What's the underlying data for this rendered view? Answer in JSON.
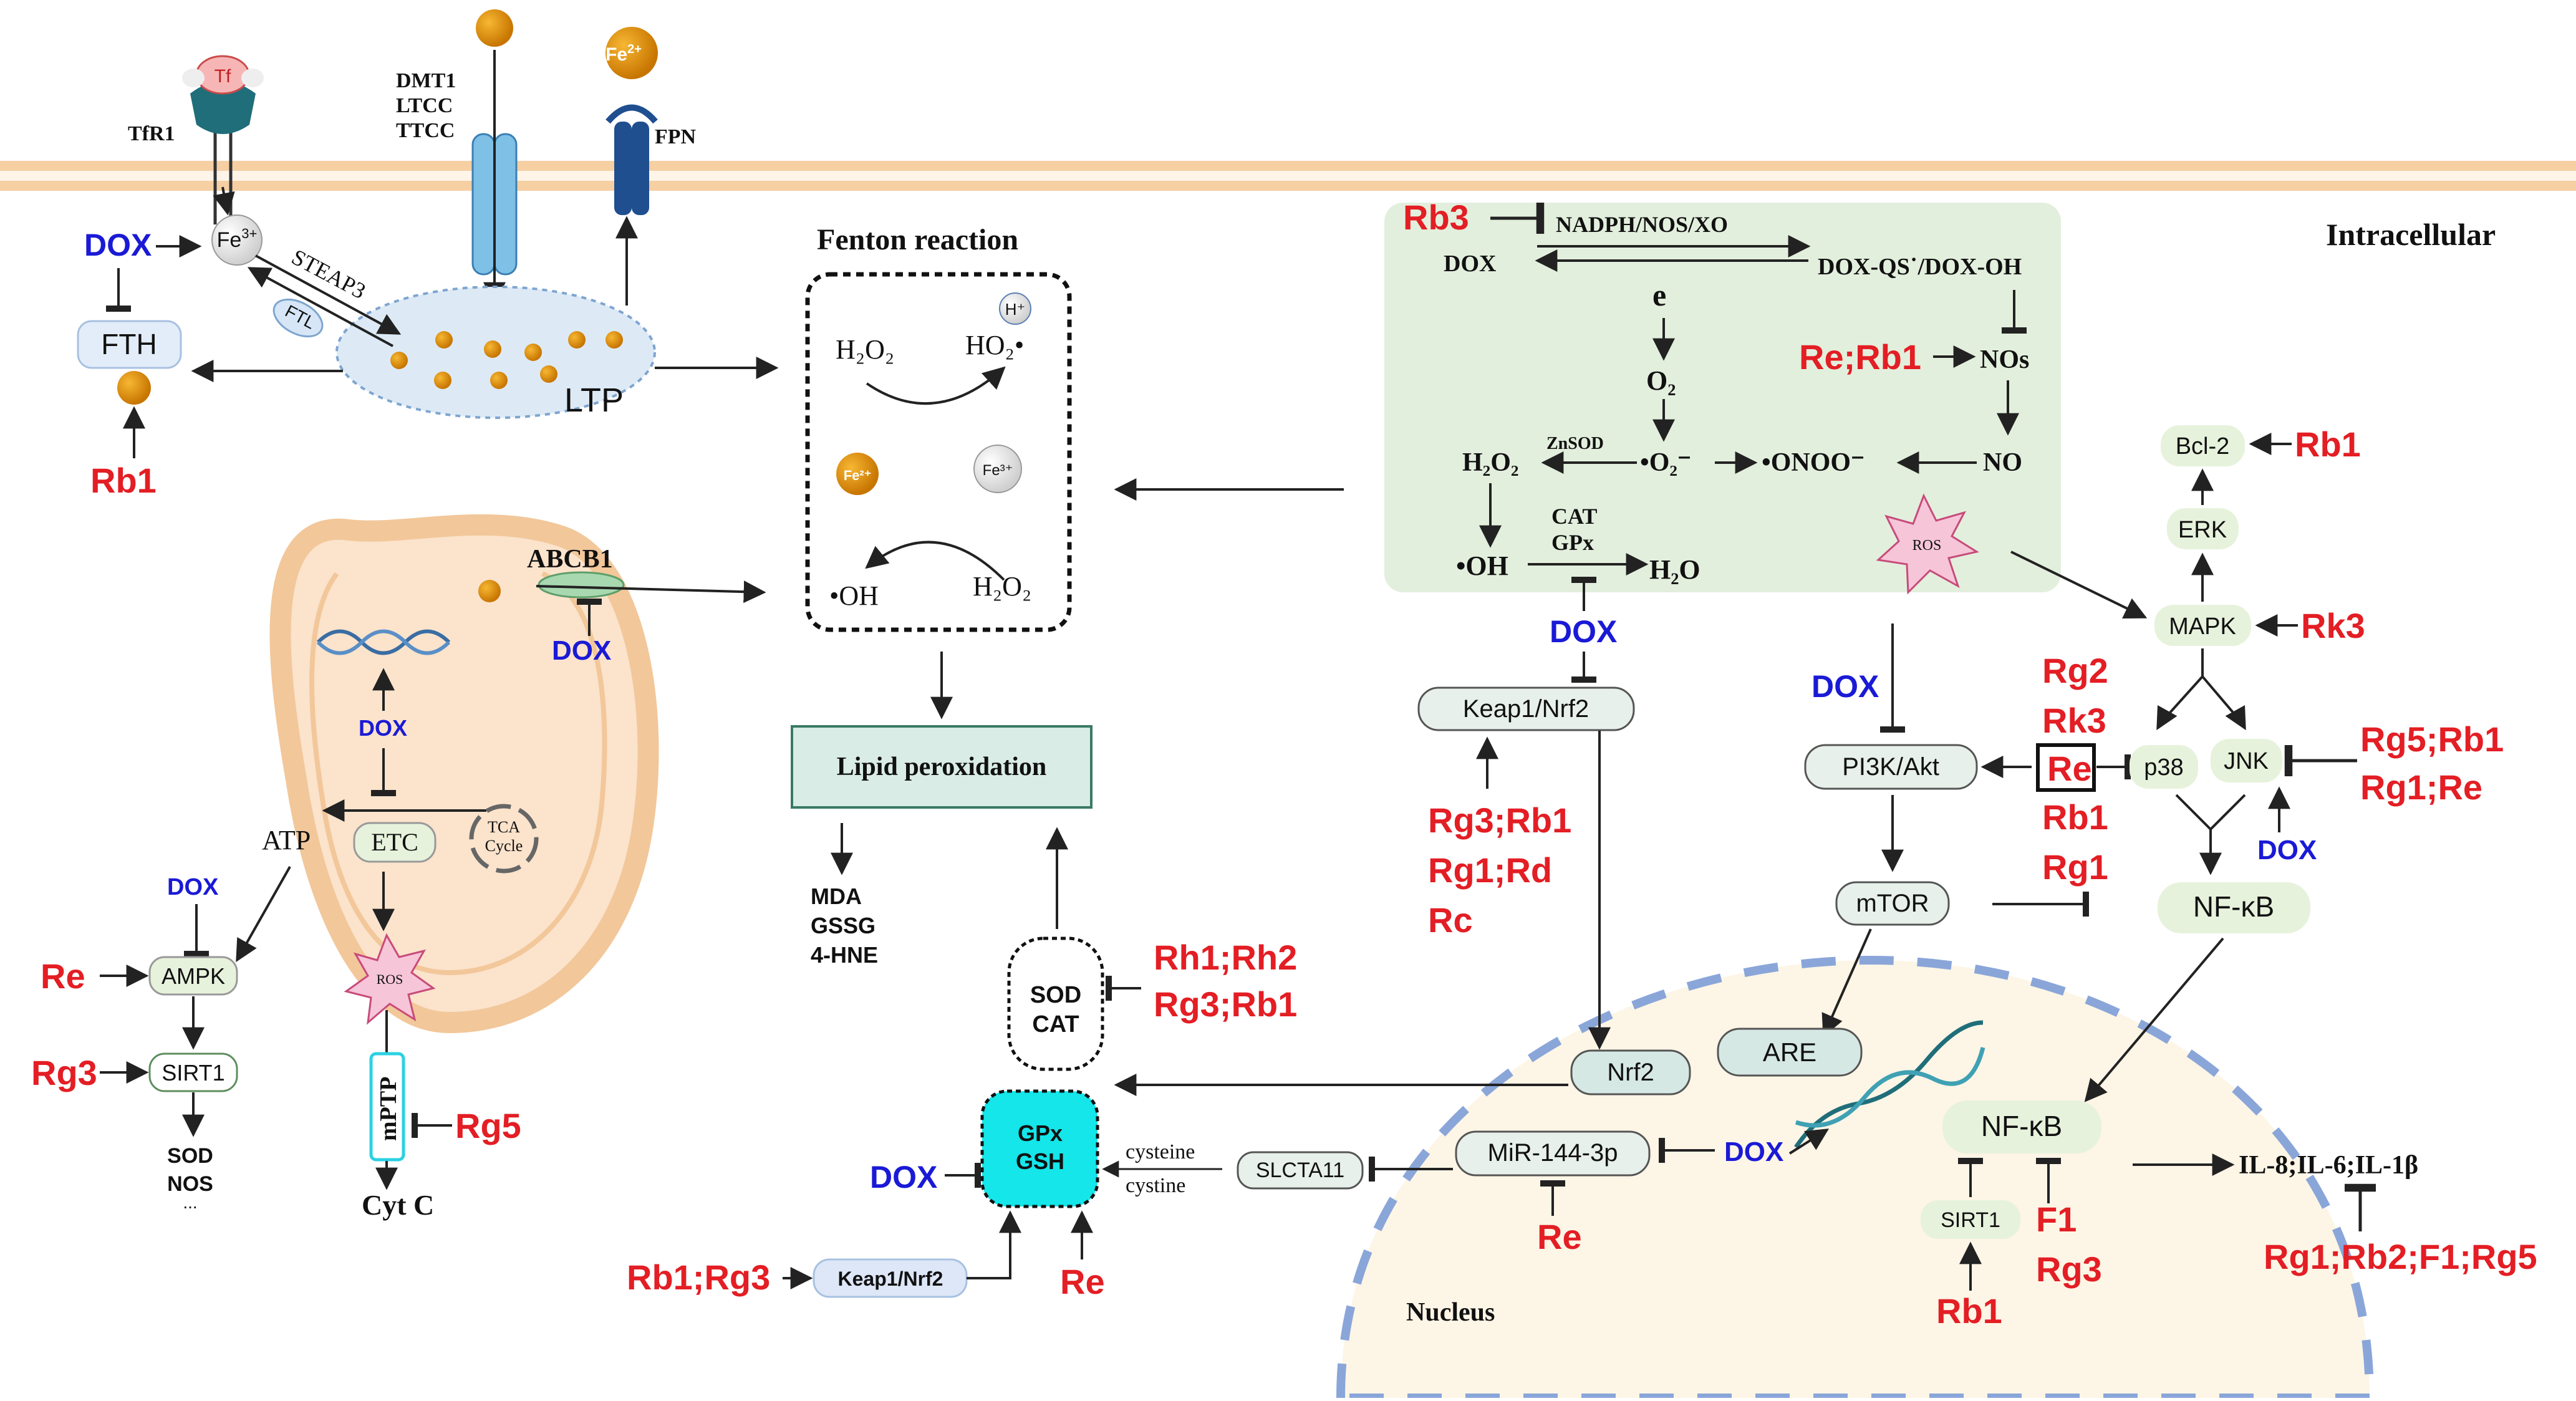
{
  "transporters": {
    "tf": "Tf",
    "tfr1": "TfR1",
    "dmt1": "DMT1",
    "ltcc": "LTCC",
    "ttcc": "TTCC",
    "fe2": "Fe",
    "fe2_sup": "2+",
    "fpn": "FPN",
    "intracellular": "Intracellular"
  },
  "iron": {
    "dox": "DOX",
    "fe3": "Fe",
    "fe3_sup": "3+",
    "steap3": "STEAP3",
    "ftl": "FTL",
    "fth": "FTH",
    "ltp": "LTP",
    "rb1": "Rb1"
  },
  "fenton": {
    "title": "Fenton reaction",
    "h2o2_left": "H₂O₂",
    "ho2": "HO₂•",
    "hplus": "H⁺",
    "fe2": "Fe²⁺",
    "fe3": "Fe³⁺",
    "oh": "•OH",
    "h2o2_right": "H₂O₂",
    "lipid_peroxidation": "Lipid peroxidation",
    "mda": "MDA",
    "gssg": "GSSG",
    "hne": "4-HNE"
  },
  "mito": {
    "abcb1": "ABCB1",
    "dox_abcb1": "DOX",
    "dox_dna": "DOX",
    "atp": "ATP",
    "etc": "ETC",
    "tca1": "TCA",
    "tca2": "Cycle",
    "ros": "ROS",
    "mptp": "mPTP",
    "rg5": "Rg5",
    "cytc": "Cyt C"
  },
  "ampk_path": {
    "dox": "DOX",
    "re": "Re",
    "ampk": "AMPK",
    "rg3": "Rg3",
    "sirt1": "SIRT1",
    "sod": "SOD",
    "nos": "NOS",
    "dots": "..."
  },
  "antioxidant": {
    "sod": "SOD",
    "cat": "CAT",
    "rh": "Rh1;Rh2",
    "rg3rb1": "Rg3;Rb1",
    "gpx": "GPx",
    "gsh": "GSH",
    "dox": "DOX",
    "cysteine": "cysteine",
    "cystine": "cystine",
    "slc": "SLCTA11",
    "rb1rg3": "Rb1;Rg3",
    "keap": "Keap1/Nrf2",
    "re": "Re"
  },
  "ros_box": {
    "rb3": "Rb3",
    "nadph": "NADPH/NOS/XO",
    "dox": "DOX",
    "doxqs": "DOX-QS˙/DOX-OH",
    "e": "e",
    "o2": "O₂",
    "re_rb1": "Re;Rb1",
    "nos": "NOs",
    "h2o2": "H₂O₂",
    "znsod": "ZnSOD",
    "superoxide": "•O₂⁻",
    "onoo": "•ONOO⁻",
    "no": "NO",
    "cat": "CAT",
    "gpx": "GPx",
    "oh": "•OH",
    "h2o": "H₂O",
    "ros": "ROS"
  },
  "keap_path": {
    "dox": "DOX",
    "keap": "Keap1/Nrf2",
    "drugs1": "Rg3;Rb1",
    "drugs2": "Rg1;Rd",
    "drugs3": "Rc"
  },
  "signaling": {
    "bcl2": "Bcl-2",
    "rb1_bcl": "Rb1",
    "erk": "ERK",
    "mapk": "MAPK",
    "rk3_mapk": "Rk3",
    "dox_pi3k": "DOX",
    "pi3k": "PI3K/Akt",
    "rg2": "Rg2",
    "rk3": "Rk3",
    "re": "Re",
    "rb1": "Rb1",
    "rg1": "Rg1",
    "p38": "p38",
    "jnk": "JNK",
    "rg5rb1": "Rg5;Rb1",
    "rg1re": "Rg1;Re",
    "dox_jnk": "DOX",
    "mtor": "mTOR",
    "nfkb": "NF-κB"
  },
  "nucleus": {
    "label": "Nucleus",
    "nrf2": "Nrf2",
    "are": "ARE",
    "mir": "MiR-144-3p",
    "dox": "DOX",
    "re": "Re",
    "nfkb": "NF-κB",
    "sirt1": "SIRT1",
    "rb1": "Rb1",
    "f1": "F1",
    "rg3": "Rg3",
    "il": "IL-8;IL-6;IL-1β",
    "il_drugs": "Rg1;Rb2;F1;Rg5"
  },
  "colors": {
    "ginsenoside": "#e31e24",
    "dox": "#1a1ad6",
    "membrane": "#f6cfa2",
    "ros_box_bg": "#e3efdd",
    "node_fill": "#e7f2dc",
    "lipid_box": "#d9ece6",
    "gpx_fill": "#14e6ea"
  }
}
